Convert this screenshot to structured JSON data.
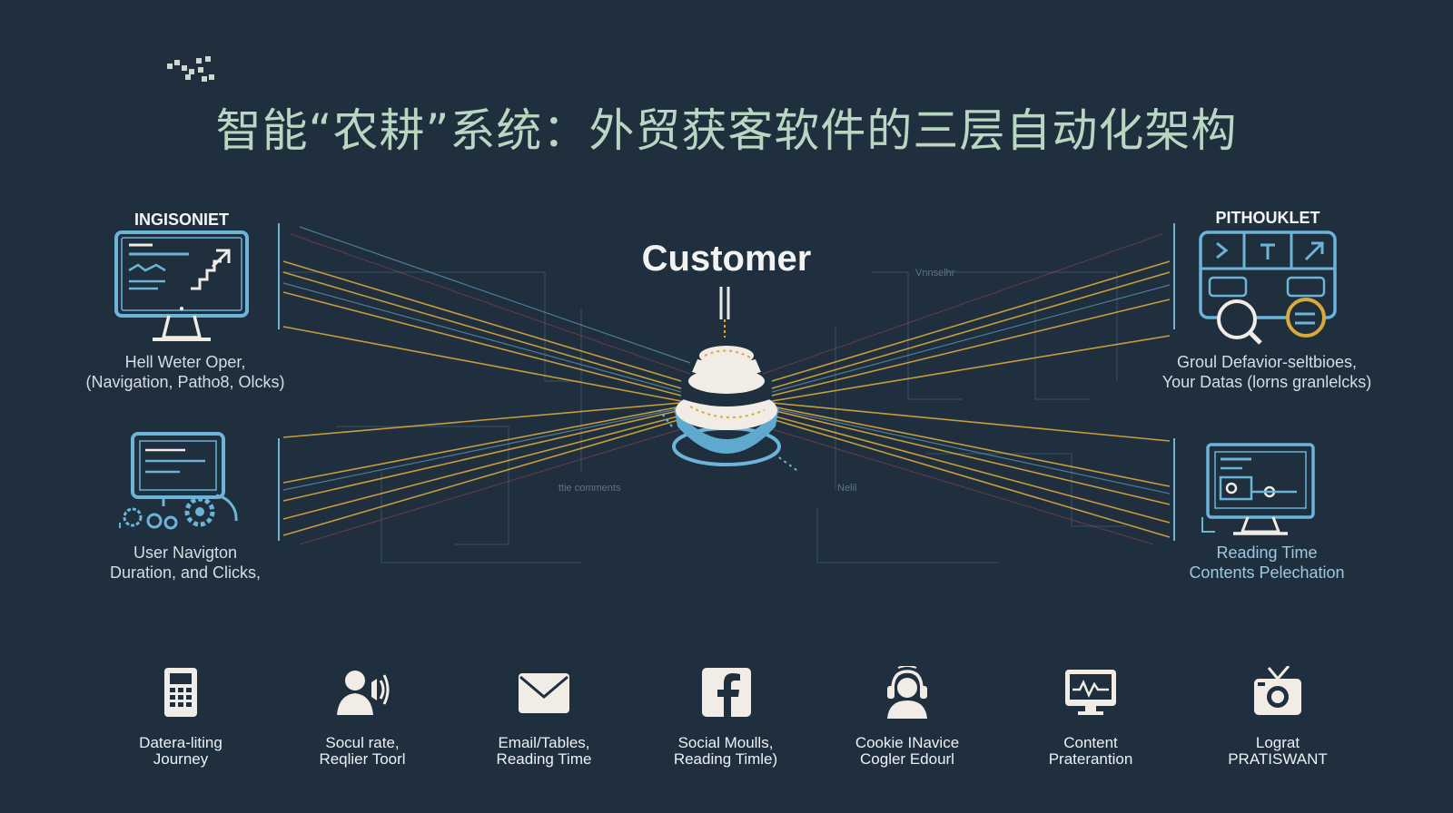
{
  "title": "智能“农耕”系统：外贸获客软件的三层自动化架构",
  "center": {
    "label": "Customer"
  },
  "nodes": {
    "top_left": {
      "title": "INGISONIET",
      "icon": "analytics-monitor-icon",
      "caption": [
        "Hell Weter Oper,",
        "(Navigation, Patho8, Olcks)"
      ]
    },
    "bottom_left": {
      "title": "",
      "icon": "monitor-gears-icon",
      "caption": [
        "User Navigton",
        "Duration, and Clicks,"
      ]
    },
    "top_right": {
      "title": "PITHOUKLET",
      "icon": "dashboard-search-icon",
      "caption": [
        "Groul Defavior-seltbioes,",
        "Your Datas (lorns granlelcks)"
      ]
    },
    "bottom_right": {
      "title": "",
      "icon": "monitor-chart-icon",
      "caption": [
        "Reading Time",
        "Contents Pelechation"
      ]
    }
  },
  "background_labels": [
    "Vnnselhr",
    "ttie comments",
    "Nelil"
  ],
  "bottom_items": [
    {
      "icon": "calculator-icon",
      "label": [
        "Datera-liting",
        "Journey"
      ]
    },
    {
      "icon": "user-speaker-icon",
      "label": [
        "Socul rate,",
        "Reqlier Toorl"
      ]
    },
    {
      "icon": "envelope-icon",
      "label": [
        "Email/Tables,",
        "Reading Time"
      ]
    },
    {
      "icon": "facebook-icon",
      "label": [
        "Social Moulls,",
        "Reading Timle)"
      ]
    },
    {
      "icon": "headset-user-icon",
      "label": [
        "Cookie INavice",
        "Cogler Edourl"
      ]
    },
    {
      "icon": "monitor-pulse-icon",
      "label": [
        "Content",
        "Praterantion"
      ]
    },
    {
      "icon": "retro-tv-icon",
      "label": [
        "Lograt",
        "PRATISWANT"
      ]
    }
  ],
  "colors": {
    "background": "#1f2f3e",
    "title": "#b9d6c2",
    "accent_blue": "#6cb4d8",
    "accent_gold": "#d9a93c",
    "icon_light": "#f1ede6"
  }
}
